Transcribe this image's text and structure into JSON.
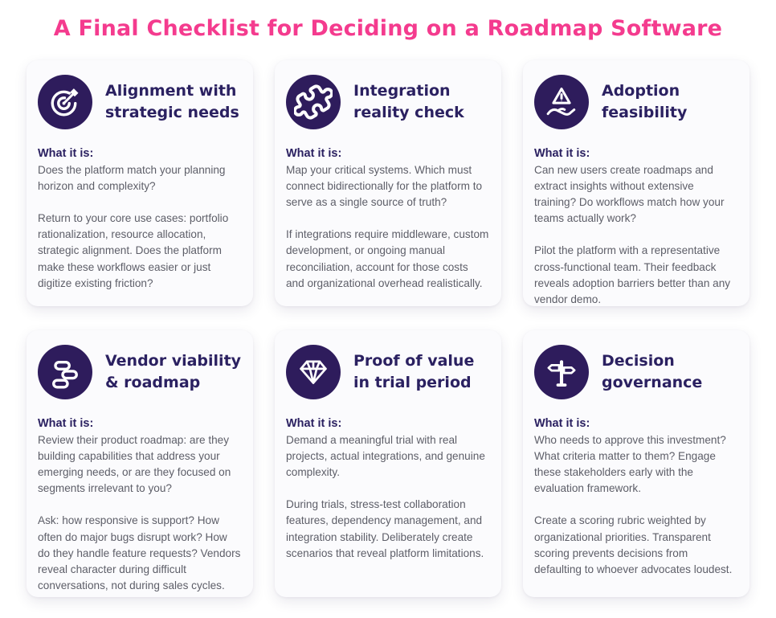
{
  "page": {
    "title": "A Final Checklist for Deciding on a Roadmap Software"
  },
  "colors": {
    "title_pink": "#F43B8E",
    "heading_indigo": "#2B2161",
    "icon_circle_bg": "#2E1C5C",
    "icon_glyph": "#FFFFFF",
    "body_text": "#5D5E68",
    "card_bg": "#FBFBFD",
    "page_bg": "#FFFFFF"
  },
  "cards": [
    {
      "icon": "target-dart-icon",
      "title_line1": "Alignment with",
      "title_line2": "strategic needs",
      "label": "What it is:",
      "paragraphs": [
        "Does the platform match your planning horizon and complexity?",
        "Return to your core use cases: portfolio rationalization, resource allocation, strategic alignment. Does the platform make these workflows easier or just digitize existing friction?"
      ]
    },
    {
      "icon": "puzzle-icon",
      "title_line1": "Integration",
      "title_line2": "reality check",
      "label": "What it is:",
      "paragraphs": [
        "Map your critical systems. Which must connect bidirectionally for the platform to serve as a single source of truth?",
        "If integrations require middleware, custom development, or ongoing manual reconciliation, account for those costs and organizational overhead realistically."
      ]
    },
    {
      "icon": "hand-warning-icon",
      "title_line1": "Adoption",
      "title_line2": "feasibility",
      "label": "What it is:",
      "paragraphs": [
        "Can new users create roadmaps and extract insights without extensive training? Do workflows match how your teams actually work?",
        "Pilot the platform with a representative cross-functional team. Their feedback reveals adoption barriers better than any vendor demo."
      ]
    },
    {
      "icon": "roadmap-bars-icon",
      "title_line1": "Vendor viability",
      "title_line2": "& roadmap",
      "label": "What it is:",
      "paragraphs": [
        "Review their product roadmap: are they building capabilities that address your emerging needs, or are they focused on segments irrelevant to you?",
        "Ask: how responsive is support? How often do major bugs disrupt work? How do they handle feature requests? Vendors reveal character during difficult conversations, not during sales cycles."
      ]
    },
    {
      "icon": "gem-icon",
      "title_line1": "Proof of value",
      "title_line2": "in trial period",
      "label": "What it is:",
      "paragraphs": [
        "Demand a meaningful trial with real projects, actual integrations, and genuine complexity.",
        "During trials, stress-test collaboration features, dependency management, and integration stability. Deliberately create scenarios that reveal platform limitations."
      ]
    },
    {
      "icon": "signpost-icon",
      "title_line1": "Decision",
      "title_line2": "governance",
      "label": "What it is:",
      "paragraphs": [
        "Who needs to approve this investment? What criteria matter to them? Engage these stakeholders early with the evaluation framework.",
        "Create a scoring rubric weighted by organizational priorities. Transparent scoring prevents decisions from defaulting to whoever advocates loudest."
      ]
    }
  ]
}
